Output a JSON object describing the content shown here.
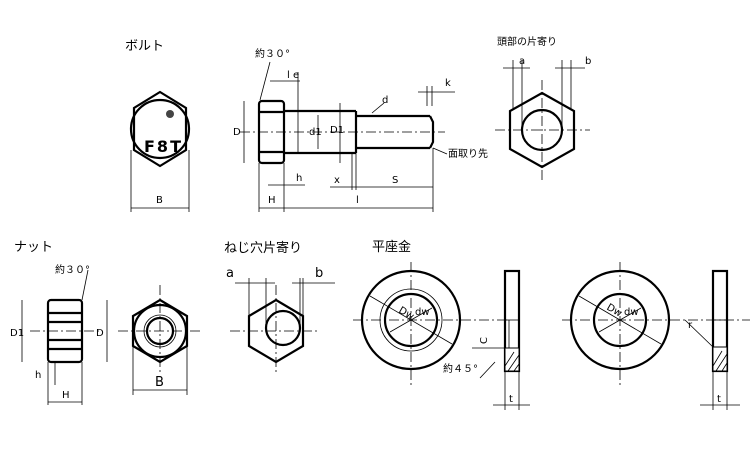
{
  "bolt": {
    "title": "ボルト",
    "mark": "F8T",
    "B": "B",
    "angle": "約３０°",
    "le": "l e",
    "d": "d",
    "k": "k",
    "D": "D",
    "d1": "d1",
    "D1": "D1",
    "chamfer": "面取り先",
    "h": "h",
    "x": "x",
    "S": "S",
    "H": "H",
    "l": "l"
  },
  "head_offset": {
    "title": "頭部の片寄り",
    "a": "a",
    "b": "b"
  },
  "nut": {
    "title": "ナット",
    "angle": "約３０°",
    "D1": "D1",
    "D": "D",
    "h": "h",
    "H": "H",
    "B": "B"
  },
  "thread_offset": {
    "title": "ねじ穴片寄り",
    "a": "a",
    "b": "b"
  },
  "washer": {
    "title": "平座金",
    "Dw": "Dw",
    "dw": "dw",
    "C": "C",
    "angle": "約４５°",
    "t": "t",
    "Dw2": "Dw",
    "dw2": "dw",
    "r": "r",
    "t2": "t"
  }
}
